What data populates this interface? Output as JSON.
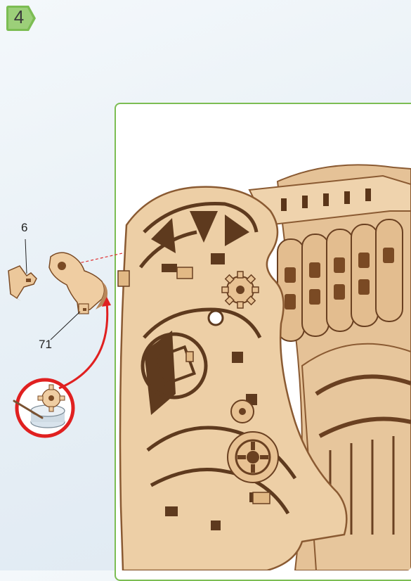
{
  "step": {
    "number": "4"
  },
  "labels": {
    "part_a": "6",
    "part_b": "71"
  },
  "colors": {
    "accent": "#7cbd53",
    "wood": "#e9c9a0",
    "wood_dark": "#a97a4b",
    "highlight": "#e02020"
  }
}
